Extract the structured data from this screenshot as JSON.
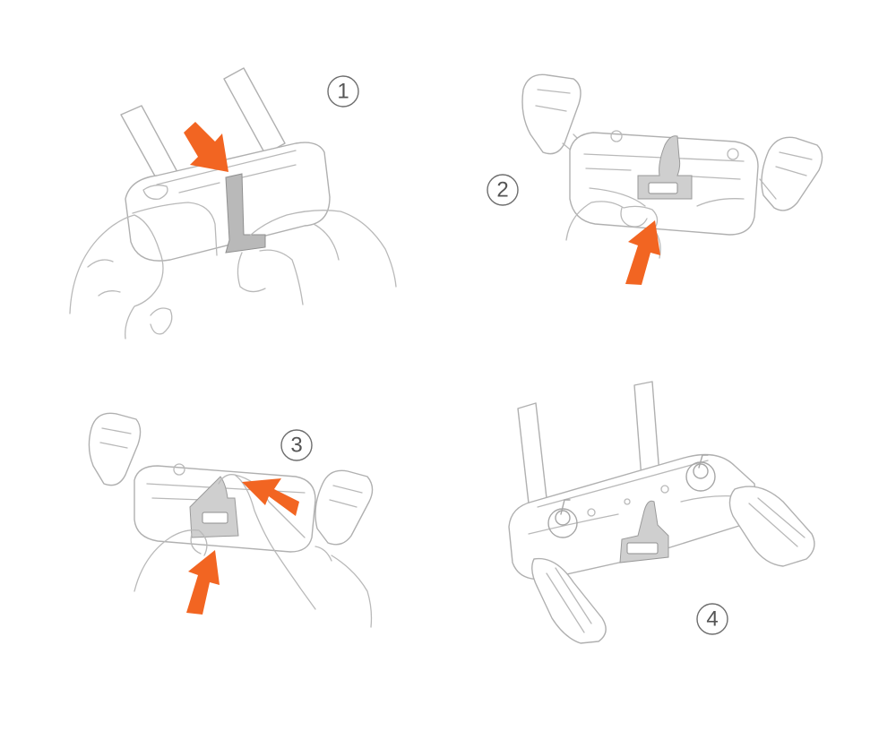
{
  "steps": [
    {
      "number": "1"
    },
    {
      "number": "2"
    },
    {
      "number": "3"
    },
    {
      "number": "4"
    }
  ],
  "colors": {
    "arrow": "#f26522",
    "line": "#b9b9b9",
    "strap": "#b9b9b9",
    "number": "#555555"
  }
}
